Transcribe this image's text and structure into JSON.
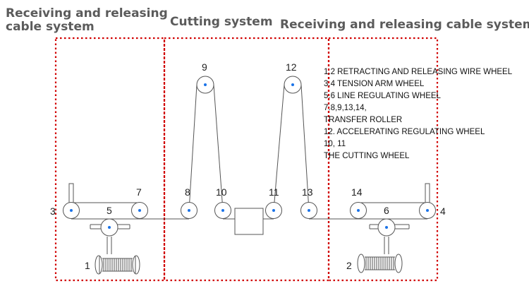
{
  "headings": {
    "left_line1": "Receiving and releasing",
    "left_line2": "cable system",
    "middle": "Cutting system",
    "right": "Receiving and releasing cable system"
  },
  "legend": [
    "1.2 RETRACTING AND RELEASING WIRE WHEEL",
    "3.4 TENSION ARM WHEEL",
    "5.6 LINE REGULATING WHEEL",
    "7.8,9,13,14,",
    "TRANSFER ROLLER",
    "12. ACCELERATING REGULATING WHEEL",
    "10, 11",
    "THE CUTTING WHEEL"
  ],
  "wheel_labels": {
    "w1": "1",
    "w2": "2",
    "w3": "3",
    "w4": "4",
    "w5": "5",
    "w6": "6",
    "w7": "7",
    "w8": "8",
    "w9": "9",
    "w10": "10",
    "w11": "11",
    "w12": "12",
    "w13": "13",
    "w14": "14"
  },
  "colors": {
    "section_border": "#d10000",
    "line": "#555555",
    "hub": "#1a73e8",
    "heading": "#5b5b5b"
  }
}
